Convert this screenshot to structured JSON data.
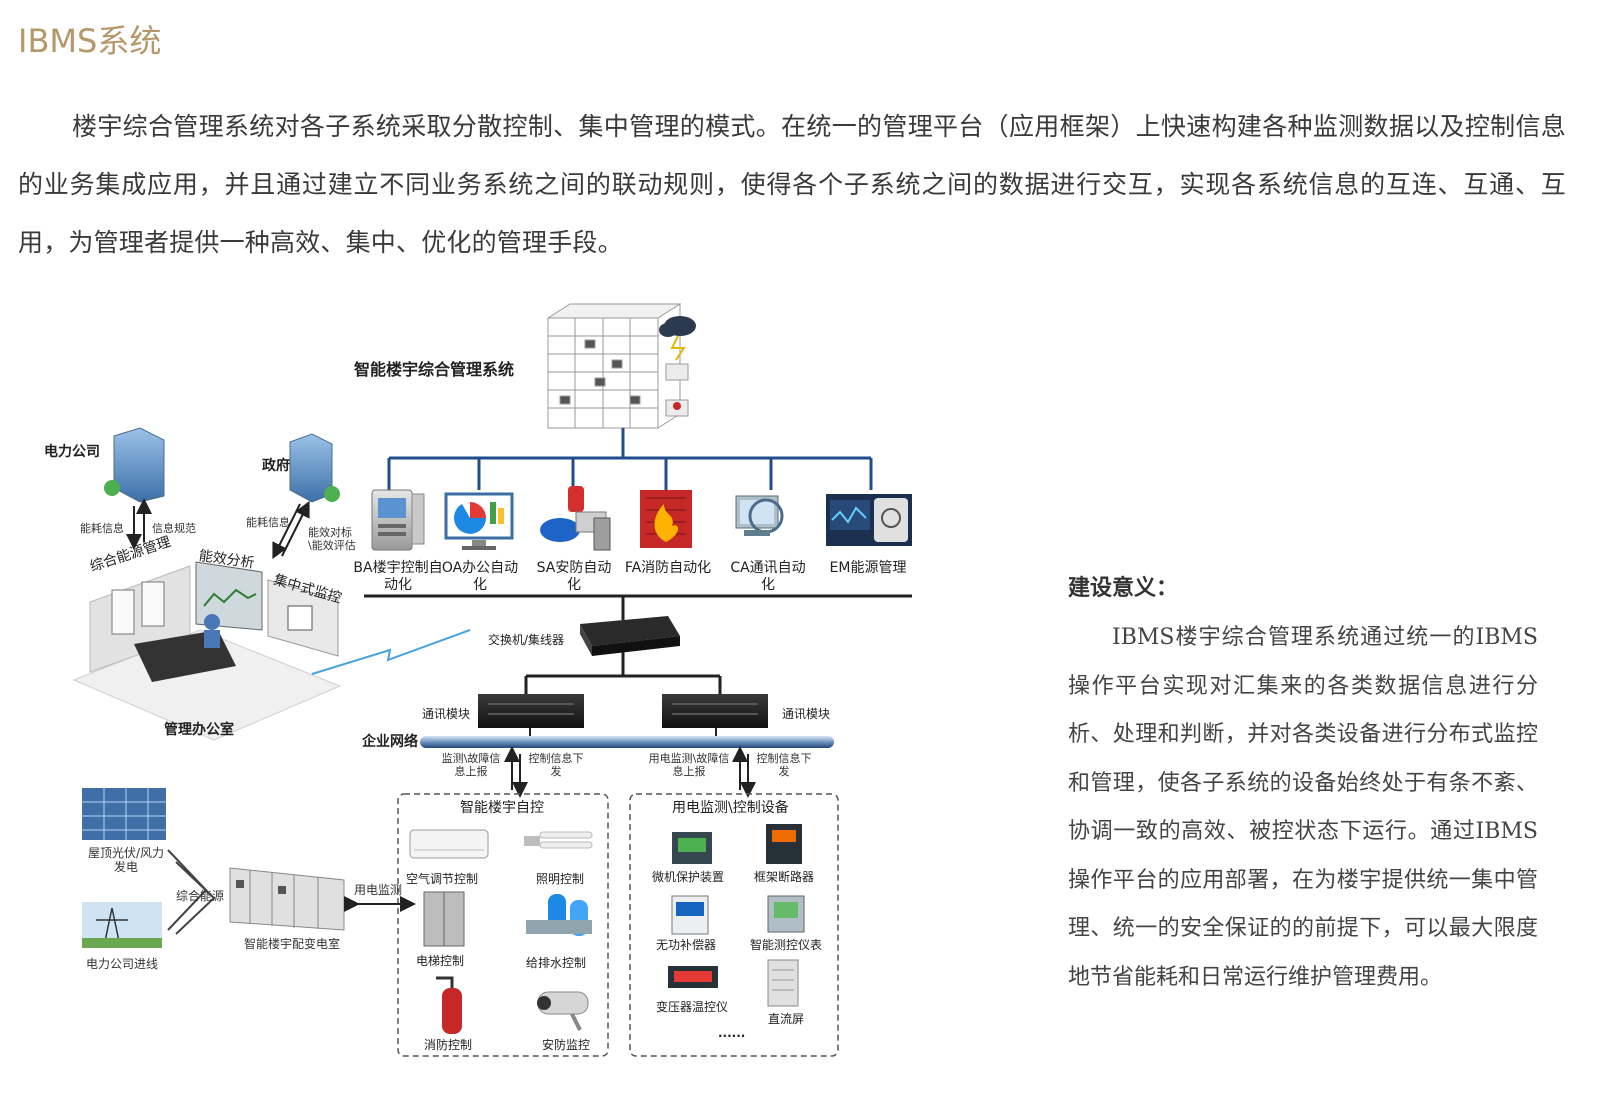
{
  "page": {
    "title": "IBMS系统",
    "intro": "楼宇综合管理系统对各子系统采取分散控制、集中管理的模式。在统一的管理平台（应用框架）上快速构建各种监测数据以及控制信息的业务集成应用，并且通过建立不同业务系统之间的联动规则，使得各个子系统之间的数据进行交互，实现各系统信息的互连、互通、互用，为管理者提供一种高效、集中、优化的管理手段。"
  },
  "diagram": {
    "system_title": "智能楼宇综合管理系统",
    "power_company": "电力公司",
    "government": "政府",
    "energy_info_1": "能耗信息",
    "info_spec": "信息规范",
    "energy_info_2": "能耗信息",
    "efficiency_eval": "能效对标\\能效评估",
    "energy_mgmt": "综合能源管理",
    "efficiency_analysis": "能效分析",
    "central_monitor": "集中式监控",
    "mgmt_office": "管理办公室",
    "subsystems": [
      {
        "name": "BA楼宇控制自动化",
        "icon": "building-automation-icon"
      },
      {
        "name": "OA办公自动化",
        "icon": "office-automation-icon"
      },
      {
        "name": "SA安防自动化",
        "icon": "security-automation-icon"
      },
      {
        "name": "FA消防自动化",
        "icon": "fire-automation-icon"
      },
      {
        "name": "CA通讯自动化",
        "icon": "communication-automation-icon"
      },
      {
        "name": "EM能源管理",
        "icon": "energy-management-icon"
      }
    ],
    "switch": "交换机/集线器",
    "comm_module_left": "通讯模块",
    "comm_module_right": "通讯模块",
    "enterprise_network": "企业网络",
    "upload_left": "监测\\故障信息上报",
    "down_left": "控制信息下发",
    "upload_right": "用电监测\\故障信息上报",
    "down_right": "控制信息下发",
    "group_left_title": "智能楼宇自控",
    "group_left_items": [
      "空气调节控制",
      "照明控制",
      "电梯控制",
      "给排水控制",
      "消防控制",
      "安防监控"
    ],
    "group_right_title": "用电监测\\控制设备",
    "group_right_items": [
      "微机保护装置",
      "框架断路器",
      "无功补偿器",
      "智能测控仪表",
      "变压器温控仪",
      "直流屏"
    ],
    "group_right_more": "......",
    "solar": "屋顶光伏/风力发电",
    "grid": "电力公司进线",
    "integrated_energy": "综合能源",
    "substation": "智能楼宇配变电室",
    "power_monitor": "用电监测"
  },
  "significance": {
    "title": "建设意义：",
    "text": "IBMS楼宇综合管理系统通过统一的IBMS操作平台实现对汇集来的各类数据信息进行分析、处理和判断，并对各类设备进行分布式监控和管理，使各子系统的设备始终处于有条不紊、协调一致的高效、被控状态下运行。通过IBMS操作平台的应用部署，在为楼宇提供统一集中管理、统一的安全保证的的前提下，可以最大限度地节省能耗和日常运行维护管理费用。"
  },
  "colors": {
    "title": "#b5976a",
    "bus_line": "#1f4e8c",
    "text": "#333333"
  }
}
